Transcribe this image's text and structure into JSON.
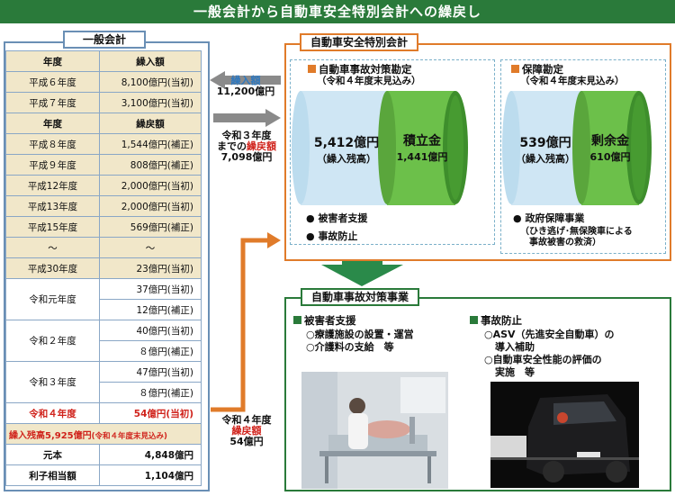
{
  "title": "一般会計から自動車安全特別会計への繰戻し",
  "general_account": {
    "tag": "一般会計",
    "rows": [
      {
        "type": "head",
        "year": "年度",
        "amount": "繰入額"
      },
      {
        "type": "data",
        "year": "平成６年度",
        "amount": "8,100億円(当初)"
      },
      {
        "type": "data",
        "year": "平成７年度",
        "amount": "3,100億円(当初)"
      },
      {
        "type": "head",
        "year": "年度",
        "amount": "繰戻額"
      },
      {
        "type": "data",
        "year": "平成８年度",
        "amount": "1,544億円(補正)"
      },
      {
        "type": "data",
        "year": "平成９年度",
        "amount": "808億円(補正)"
      },
      {
        "type": "data",
        "year": "平成12年度",
        "amount": "2,000億円(当初)"
      },
      {
        "type": "data",
        "year": "平成13年度",
        "amount": "2,000億円(当初)"
      },
      {
        "type": "data",
        "year": "平成15年度",
        "amount": "569億円(補正)"
      },
      {
        "type": "data",
        "year": "～",
        "amount": "～"
      },
      {
        "type": "data",
        "year": "平成30年度",
        "amount": "23億円(当初)"
      },
      {
        "type": "pair",
        "year": "令和元年度",
        "amounts": [
          "37億円(当初)",
          "12億円(補正)"
        ]
      },
      {
        "type": "pair",
        "year": "令和２年度",
        "amounts": [
          "40億円(当初)",
          "８億円(補正)"
        ]
      },
      {
        "type": "pair",
        "year": "令和３年度",
        "amounts": [
          "47億円(当初)",
          "８億円(補正)"
        ]
      },
      {
        "type": "highlight",
        "year": "令和４年度",
        "amount": "54億円(当初)"
      }
    ],
    "balance_main": "繰入残高5,925億円",
    "balance_note": "(令和４年度末見込み)",
    "principal_label": "元本",
    "principal_value": "4,848億円",
    "interest_label": "利子相当額",
    "interest_value": "1,104億円"
  },
  "flows": {
    "inflow_label": "繰入額",
    "inflow_value": "11,200億円",
    "returned_line1": "令和３年度",
    "returned_line2_pre": "までの",
    "returned_line2_red": "繰戻額",
    "returned_value": "7,098億円",
    "r4_line1": "令和４年度",
    "r4_line2": "繰戻額",
    "r4_value": "54億円"
  },
  "special_account": {
    "tag": "自動車安全特別会計",
    "accident_heading": "自動車事故対策勘定",
    "accident_sub": "（令和４年度末見込み）",
    "accident_left_value": "5,412億円",
    "accident_left_note": "（繰入残高）",
    "accident_right_label": "積立金",
    "accident_right_value": "1,441億円",
    "accident_bullets": [
      "被害者支援",
      "事故防止"
    ],
    "guarantee_heading": "保障勘定",
    "guarantee_sub": "（令和４年度末見込み）",
    "guarantee_left_value": "539億円",
    "guarantee_left_note": "（繰入残高）",
    "guarantee_right_label": "剰余金",
    "guarantee_right_value": "610億円",
    "guarantee_bullet": "政府保障事業",
    "guarantee_note1": "（ひき逃げ･無保険車による",
    "guarantee_note2": "事故被害の救済）"
  },
  "projects": {
    "tag": "自動車事故対策事業",
    "victim_heading": "被害者支援",
    "victim_items": [
      "○療護施設の設置・運営",
      "○介護料の支給　等"
    ],
    "prevention_heading": "事故防止",
    "prevention_items": [
      "○ASV（先進安全自動車）の",
      "導入補助",
      "○自動車安全性能の評価の",
      "実施　等"
    ]
  },
  "colors": {
    "green": "#2a7a3a",
    "orange": "#e07b2a",
    "blue": "#2e78bf",
    "red": "#d0231c",
    "cream": "#f1e7c9",
    "cylinder_blue": "#cfe6f4",
    "cylinder_green": "#6cc04a"
  }
}
